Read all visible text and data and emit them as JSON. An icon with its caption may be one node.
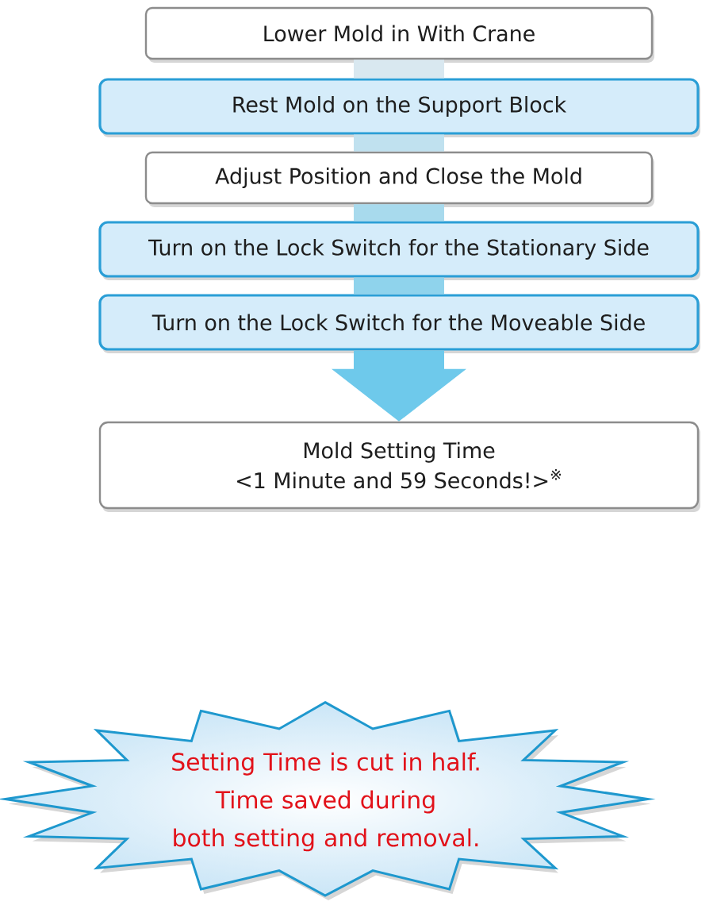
{
  "diagram": {
    "nodes": [
      {
        "text": [
          "Lower Mold in With Crane"
        ]
      },
      {
        "text": [
          "Rest Mold on the Support Block"
        ]
      },
      {
        "text": [
          "Adjust Position and Close the Mold"
        ]
      },
      {
        "text": [
          "Turn on the Lock Switch for the Stationary Side"
        ]
      },
      {
        "text": [
          "Turn on the Lock Switch for the Moveable Side"
        ]
      },
      {
        "text": [
          "Mold Setting Time",
          "<1 Minute and 59 Seconds!>$^{※}$"
        ]
      },
      {
        "text": [
          "Setting Time is cut in half. Time saved during both setting and removal."
        ]
      }
    ],
    "edges": [
      {
        "from": 0,
        "to": 1,
        "arrow": "none"
      },
      {
        "from": 1,
        "to": 2,
        "arrow": "none"
      },
      {
        "from": 2,
        "to": 3,
        "arrow": "none"
      },
      {
        "from": 3,
        "to": 4,
        "arrow": "none"
      },
      {
        "from": 4,
        "to": 5,
        "arrow": "to"
      }
    ]
  }
}
